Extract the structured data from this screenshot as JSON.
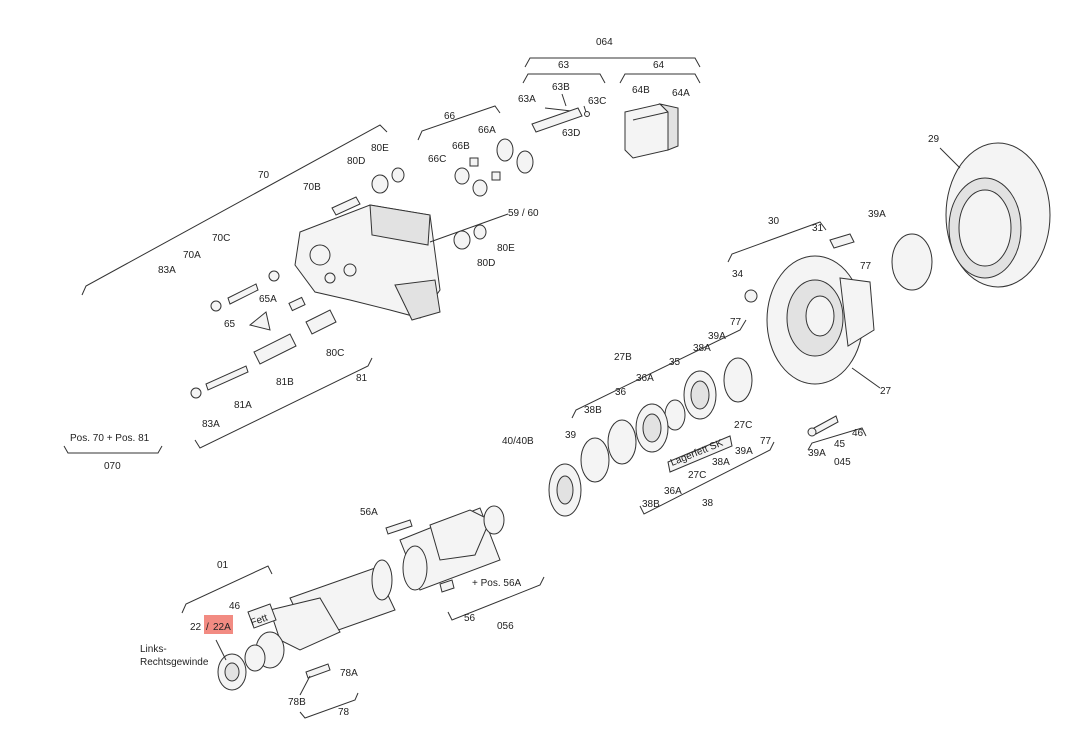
{
  "highlight_color": "#f28b82",
  "labels": {
    "g064": "064",
    "g63": "63",
    "g64": "64",
    "p63A": "63A",
    "p63B": "63B",
    "p63C": "63C",
    "p63D": "63D",
    "p64B": "64B",
    "p64A": "64A",
    "g66": "66",
    "p66A": "66A",
    "p66B": "66B",
    "p66C": "66C",
    "p80E_top": "80E",
    "p80D_top": "80D",
    "g70": "70",
    "p70B": "70B",
    "p70C": "70C",
    "p70A": "70A",
    "p83A_top": "83A",
    "p65A": "65A",
    "p65": "65",
    "p59_60": "59 / 60",
    "p80E_mid": "80E",
    "p80D_mid": "80D",
    "p80C": "80C",
    "p81B": "81B",
    "g81": "81",
    "p81A": "81A",
    "p83A_bot": "83A",
    "g070_top": "Pos. 70 + Pos. 81",
    "g070": "070",
    "p29": "29",
    "g30": "30",
    "p31": "31",
    "p39A_top": "39A",
    "p34": "34",
    "p77_top": "77",
    "p27": "27",
    "p77_b": "77",
    "p39A_b": "39A",
    "p38A": "38A",
    "p27B": "27B",
    "p35": "35",
    "p36A": "36A",
    "p36": "36",
    "p38B": "38B",
    "p39": "39",
    "p40_40B": "40/40B",
    "lagerfett": "Lagerfett SK",
    "p27C": "27C",
    "p77_c": "77",
    "p39A_c": "39A",
    "p38A_c": "38A",
    "p27C_c": "27C",
    "p36A_c": "36A",
    "p38B_c": "38B",
    "g38": "38",
    "p46_r": "46",
    "p39A_r": "39A",
    "p45": "45",
    "g045": "045",
    "p56A": "56A",
    "pos56A": "+ Pos. 56A",
    "p56": "56",
    "g056": "056",
    "g01": "01",
    "p46_l": "46",
    "p22": "22",
    "slash": "/",
    "p22A": "22A",
    "fett": "Fett",
    "links": "Links-",
    "rechts": "Rechtsgewinde",
    "p78A": "78A",
    "p78B": "78B",
    "g78": "78"
  }
}
